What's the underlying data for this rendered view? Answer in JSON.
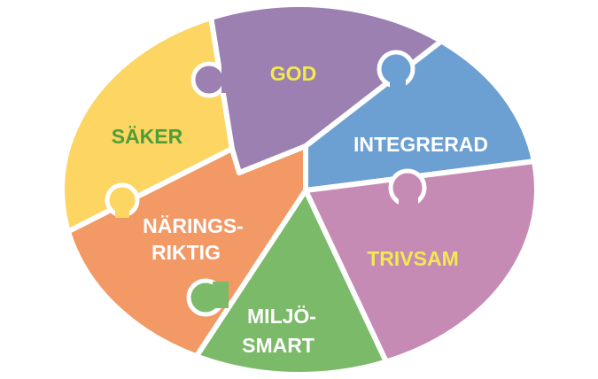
{
  "pieces": {
    "god": {
      "label": "GOD",
      "fill": "#9b80b1",
      "text_color": "#f3e94f"
    },
    "saker": {
      "label": "SÄKER",
      "fill": "#fdd563",
      "text_color": "#4e9e38"
    },
    "integrerad": {
      "label": "INTEGRERAD",
      "fill": "#6c9fd2",
      "text_color": "#ffffff"
    },
    "trivsam": {
      "label": "TRIVSAM",
      "fill": "#c58bb4",
      "text_color": "#f3e94f"
    },
    "naringsriktig": {
      "line1": "NÄRINGS-",
      "line2": "RIKTIG",
      "fill": "#f29966",
      "text_color": "#ffffff"
    },
    "miljosmart": {
      "line1": "MILJÖ-",
      "line2": "SMART",
      "fill": "#7aba68",
      "text_color": "#ffffff"
    }
  }
}
